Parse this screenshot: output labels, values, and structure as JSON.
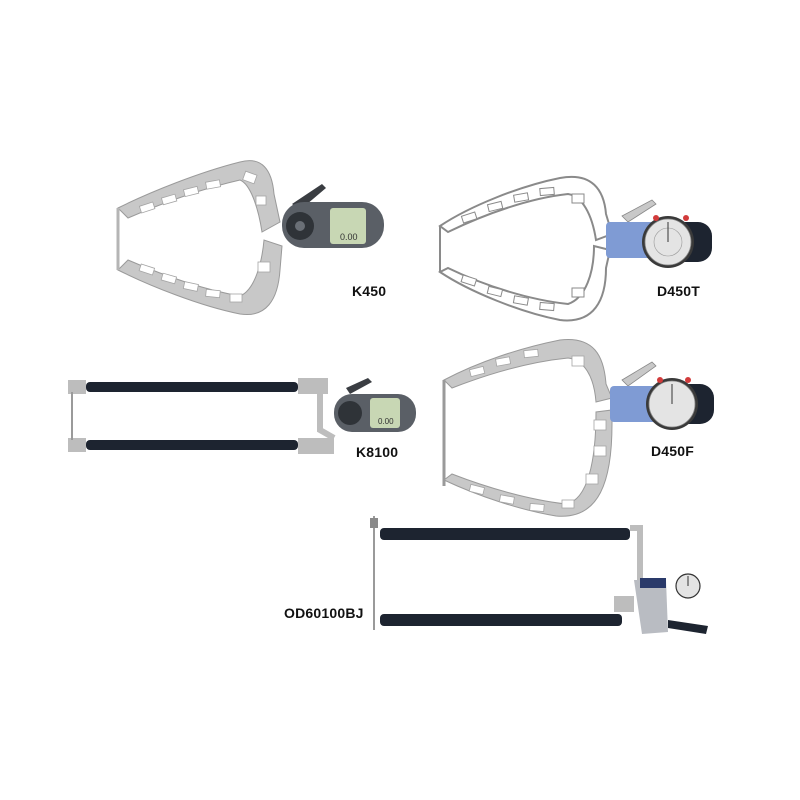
{
  "products": [
    {
      "model": "K450",
      "display_reading": "0.00"
    },
    {
      "model": "D450T"
    },
    {
      "model": "K8100",
      "display_reading": "0.00"
    },
    {
      "model": "D450F"
    },
    {
      "model": "OD60100BJ"
    }
  ],
  "colors": {
    "frame": "#c8c8c8",
    "frame_stroke": "#9a9a9a",
    "display_body": "#5a5f66",
    "display_screen": "#c8d7b4",
    "dial_housing": "#7f9bd4",
    "dial_face": "#e4e4e4",
    "bar": "#1d2430"
  },
  "icons": [
    "digital-display-icon",
    "analog-dial-icon",
    "lever-icon"
  ]
}
